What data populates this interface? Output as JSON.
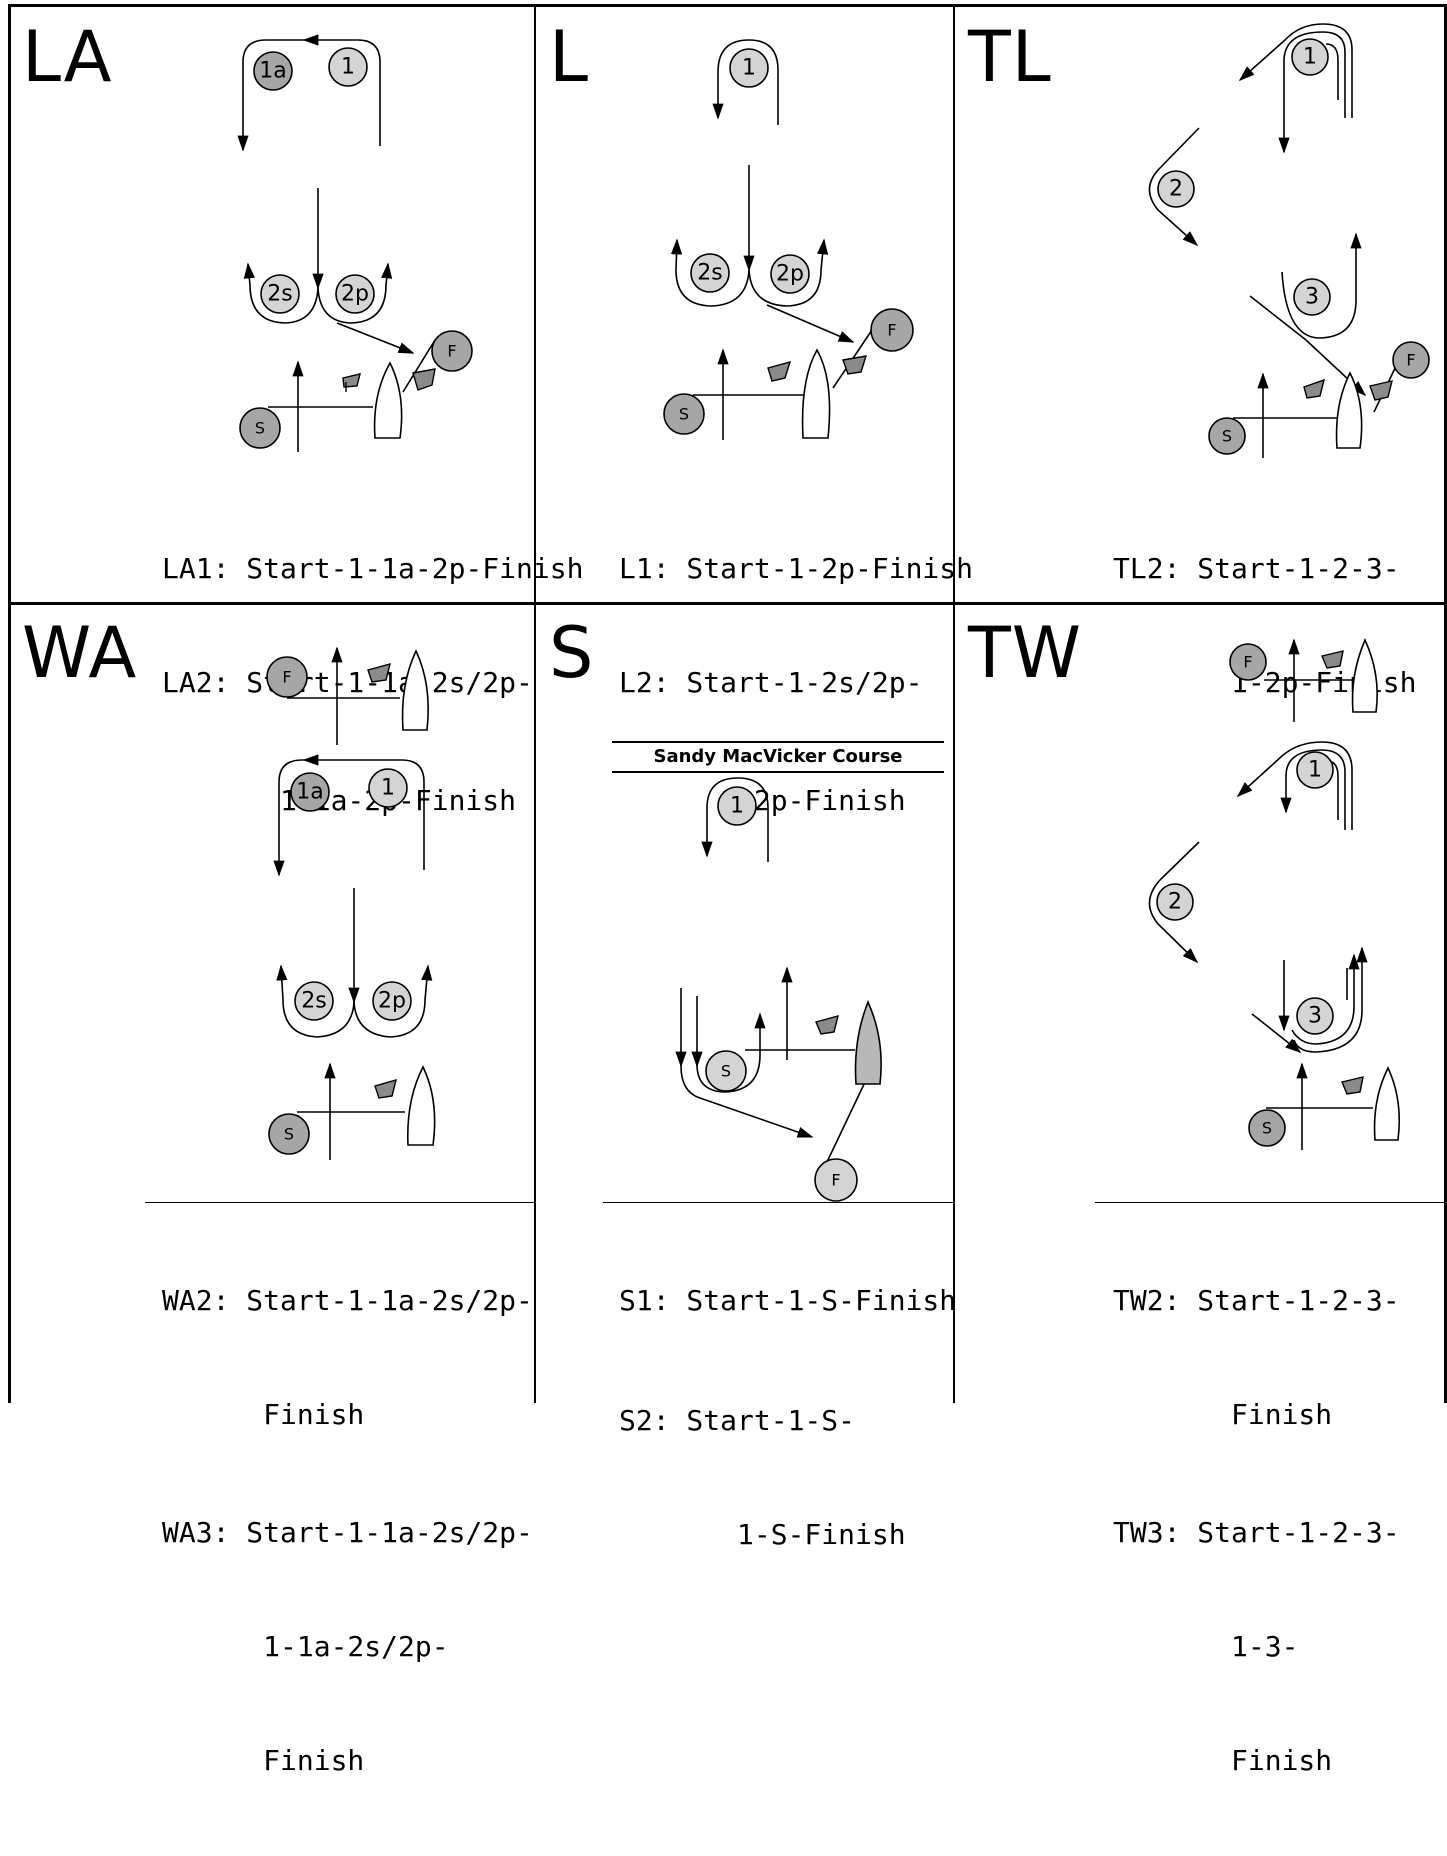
{
  "courses": [
    {
      "code": "LA",
      "desc": [
        "LA1: Start-1-1a-2p-Finish",
        "LA2: Start-1-1a-2s/2p-",
        "       1-1a-2p-Finish"
      ]
    },
    {
      "code": "L",
      "desc": [
        "L1: Start-1-2p-Finish",
        "L2: Start-1-2s/2p-",
        "      1-2p-Finish"
      ]
    },
    {
      "code": "TL",
      "desc": [
        "TL2: Start-1-2-3-",
        "       1-2p-Finish"
      ]
    },
    {
      "code": "WA",
      "desc": [
        "WA2: Start-1-1a-2s/2p-",
        "      Finish",
        "WA3: Start-1-1a-2s/2p-",
        "      1-1a-2s/2p-",
        "      Finish"
      ]
    },
    {
      "code": "S",
      "title": "Sandy MacVicker Course",
      "desc": [
        "S1: Start-1-S-Finish",
        "S2: Start-1-S-",
        "       1-S-Finish"
      ]
    },
    {
      "code": "TW",
      "desc": [
        "TW2: Start-1-2-3-",
        "       Finish",
        "TW3: Start-1-2-3-",
        "       1-3-",
        "       Finish"
      ]
    }
  ],
  "marks": {
    "m1": "1",
    "m1a": "1a",
    "m2": "2",
    "m2s": "2s",
    "m2p": "2p",
    "m3": "3",
    "start": "S",
    "finish": "F"
  },
  "colors": {
    "light_mark": "#d4d4d4",
    "dark_mark": "#a6a6a6",
    "flag": "#8a8a8a",
    "boat_filled": "#b8b8b8"
  }
}
